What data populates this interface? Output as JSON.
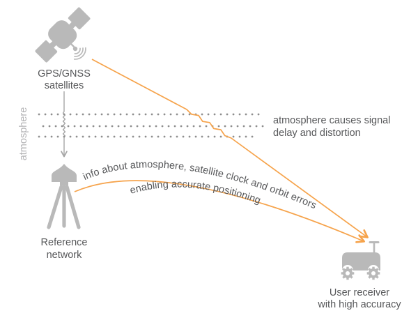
{
  "colors": {
    "orange": "#F6A34B",
    "icon_gray": "#b9b9b9",
    "text_dark": "#57585a",
    "muted_gray": "#b3b3b5",
    "dot_gray": "#8e8e8e",
    "arrow_gray": "#a6a6a6"
  },
  "labels": {
    "satellites": {
      "line1": "GPS/GNSS",
      "line2": "satellites"
    },
    "atmosphere_axis": "atmosphere",
    "atmosphere_note": {
      "line1": "atmosphere causes signal",
      "line2": "delay and distortion"
    },
    "reference": {
      "line1": "Reference",
      "line2": "network"
    },
    "receiver": {
      "line1": "User receiver",
      "line2": "with high accuracy"
    }
  },
  "curved_texts": {
    "top": "info about atmosphere, satellite clock and orbit errors",
    "bottom": "enabling accurate positioning"
  },
  "icons": {
    "satellite": "satellite-icon",
    "signal_waves": "signal-waves-icon",
    "atmosphere_layers": "atmosphere-dots",
    "down_arrow": "down-arrow-icon",
    "reference_station": "surveying-tripod-icon",
    "user_vehicle": "tractor-icon",
    "receiver_antenna": "antenna-icon"
  }
}
